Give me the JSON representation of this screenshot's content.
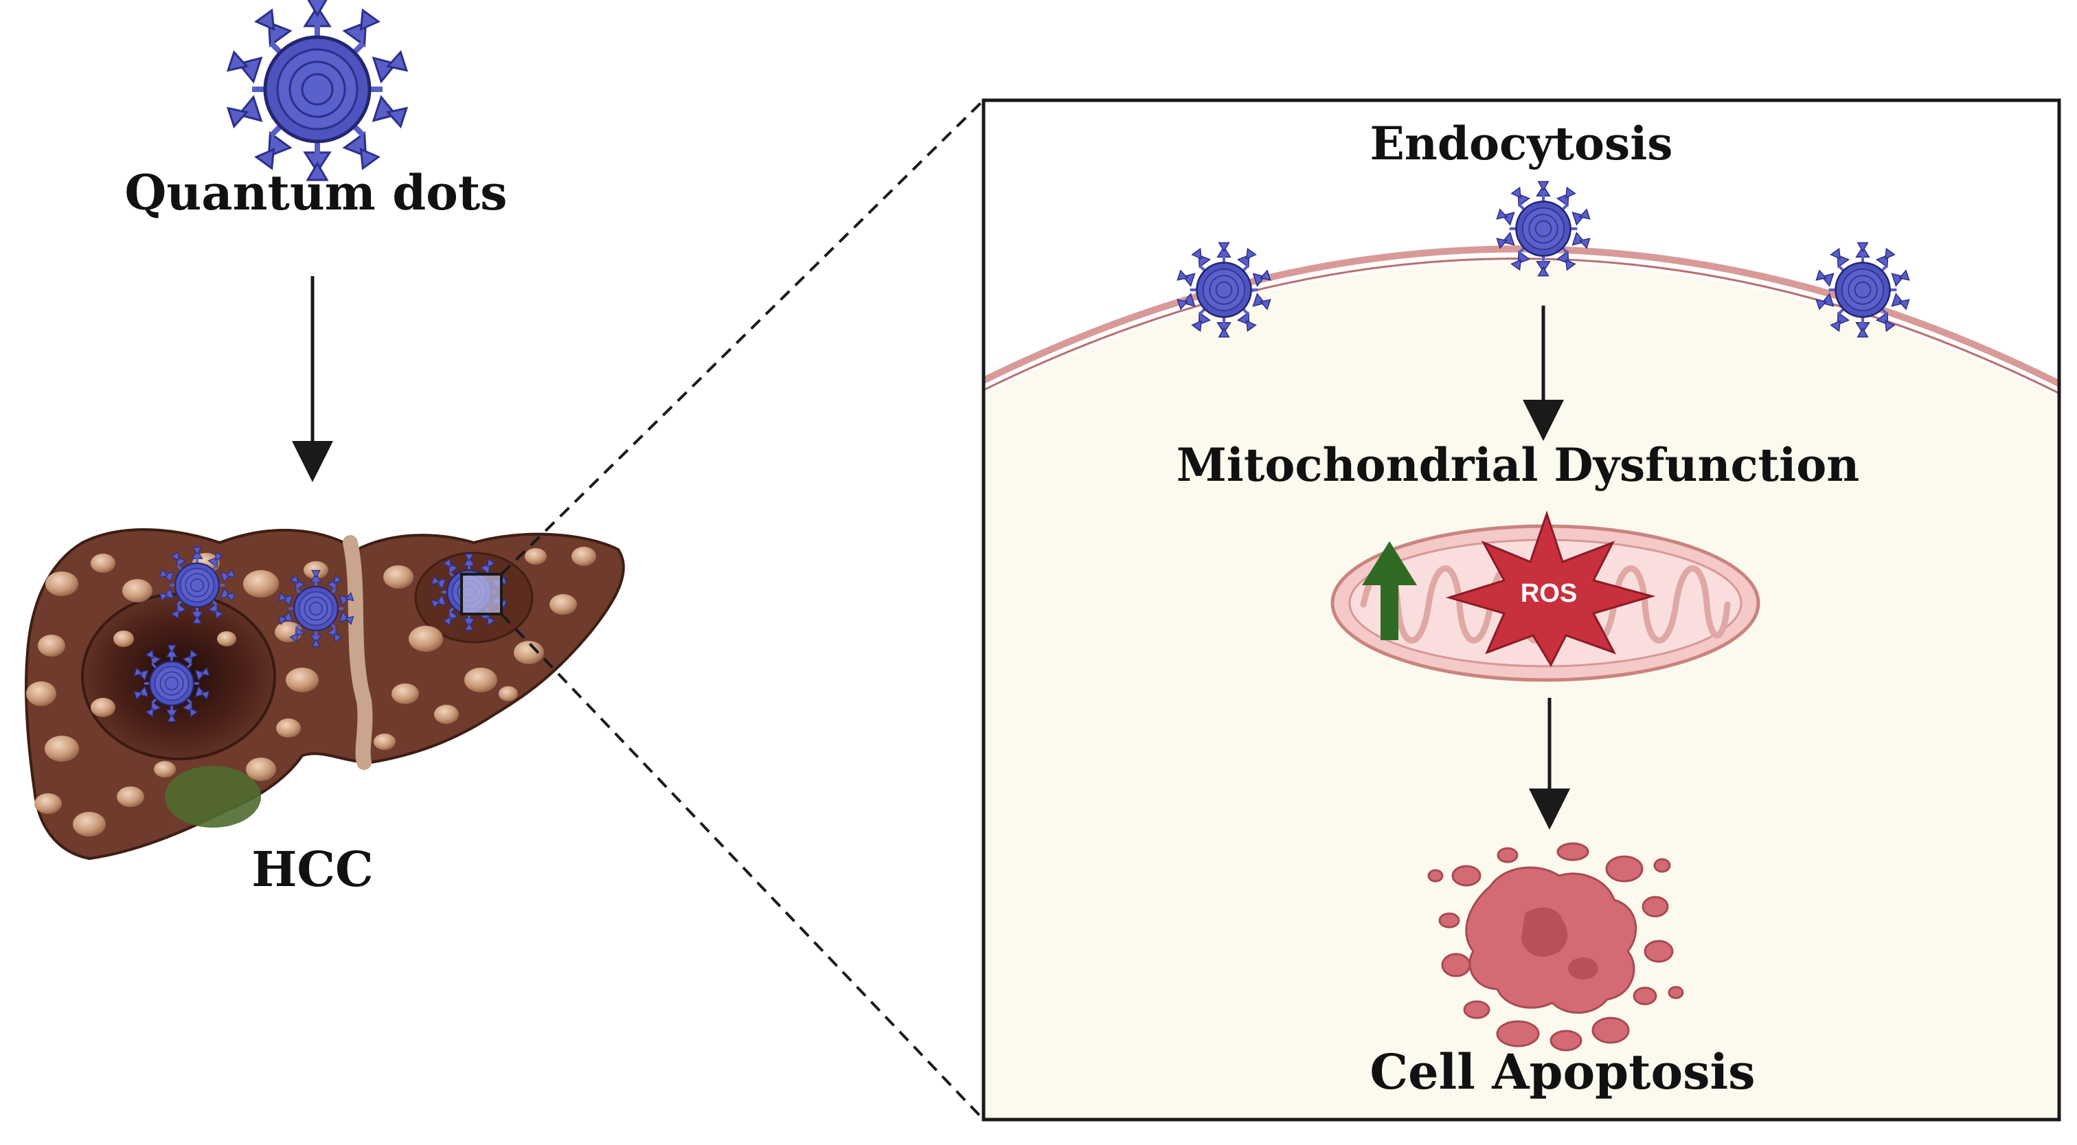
{
  "labels": {
    "quantum_dots": "Quantum dots",
    "hcc": "HCC",
    "endocytosis": "Endocytosis",
    "mitochondrial_dysfunction": "Mitochondrial Dysfunction",
    "ros": "ROS",
    "cell_apoptosis": "Cell Apoptosis"
  },
  "colors": {
    "quantum_dot_fill": "#5a5fc8",
    "quantum_dot_dark": "#2c2f8a",
    "liver_base": "#6e3b2c",
    "liver_nodule": "#c99a78",
    "cell_interior": "#fcf9ee",
    "membrane": "#d89a98",
    "mitochondria": "#f4c9c8",
    "ros_star": "#c8303e",
    "up_arrow": "#2f6b25",
    "apoptotic_body": "#d46b74",
    "frame": "#1a1a1a"
  },
  "icons": {
    "quantum_dot": "quantum-dot-icon",
    "liver": "liver-icon",
    "mitochondrion": "mitochondrion-icon",
    "ros_burst": "ros-burst-icon",
    "increase_arrow": "up-arrow-icon",
    "apoptotic_cell": "apoptotic-cell-icon"
  }
}
